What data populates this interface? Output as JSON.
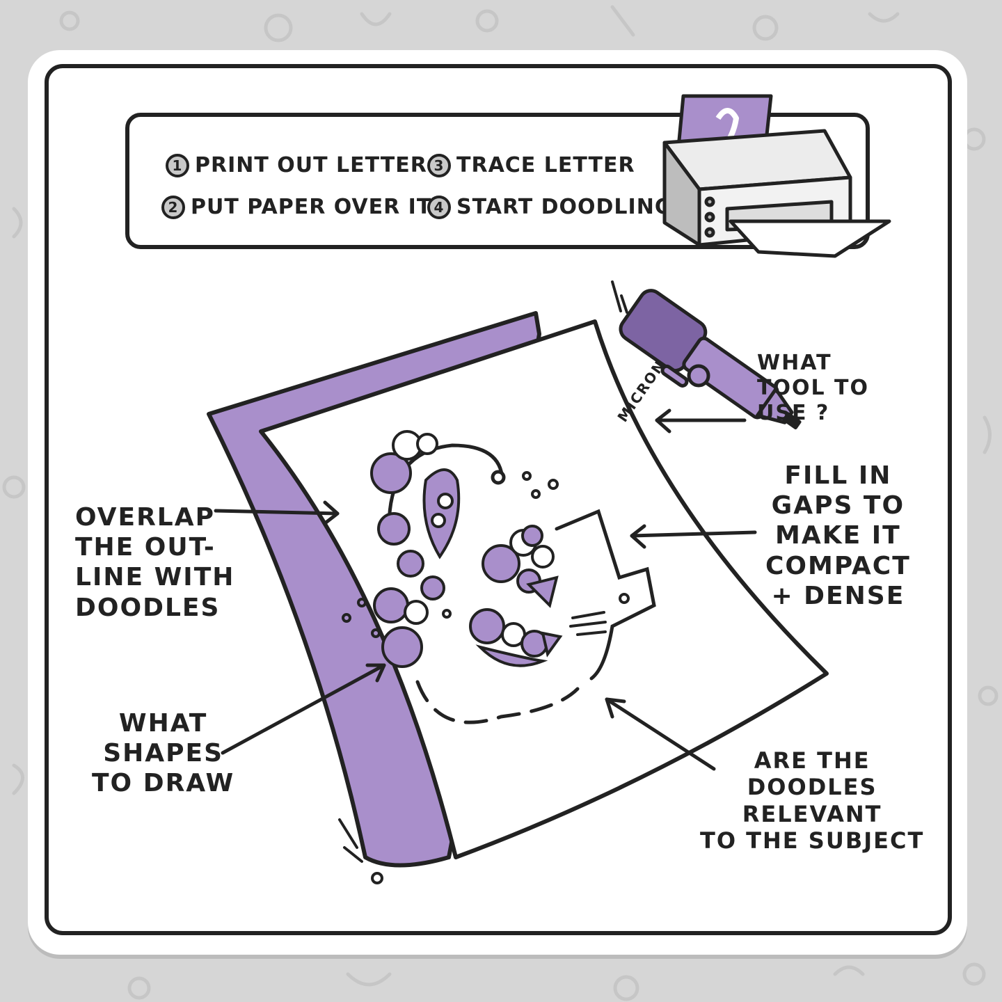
{
  "colors": {
    "accent": "#a98fcb",
    "accent_dark": "#7d64a3",
    "ink": "#222222",
    "paper": "#ffffff",
    "background": "#d6d6d6"
  },
  "steps": [
    {
      "num": "1",
      "text": "PRINT OUT LETTER"
    },
    {
      "num": "2",
      "text": "PUT PAPER OVER IT"
    },
    {
      "num": "3",
      "text": "TRACE LETTER"
    },
    {
      "num": "4",
      "text": "START DOODLING!"
    }
  ],
  "pen": {
    "brand": "MICRON"
  },
  "labels": {
    "tool": "WHAT\nTOOL TO\nUSE ?",
    "fill": "FILL IN\nGAPS TO\nMAKE IT\nCOMPACT\n+ DENSE",
    "overlap": "OVERLAP\nTHE OUT-\nLINE WITH\nDOODLES",
    "shapes": "WHAT\nSHAPES\nTO DRAW",
    "relevant": "ARE THE\nDOODLES\nRELEVANT\nTO THE SUBJECT"
  }
}
